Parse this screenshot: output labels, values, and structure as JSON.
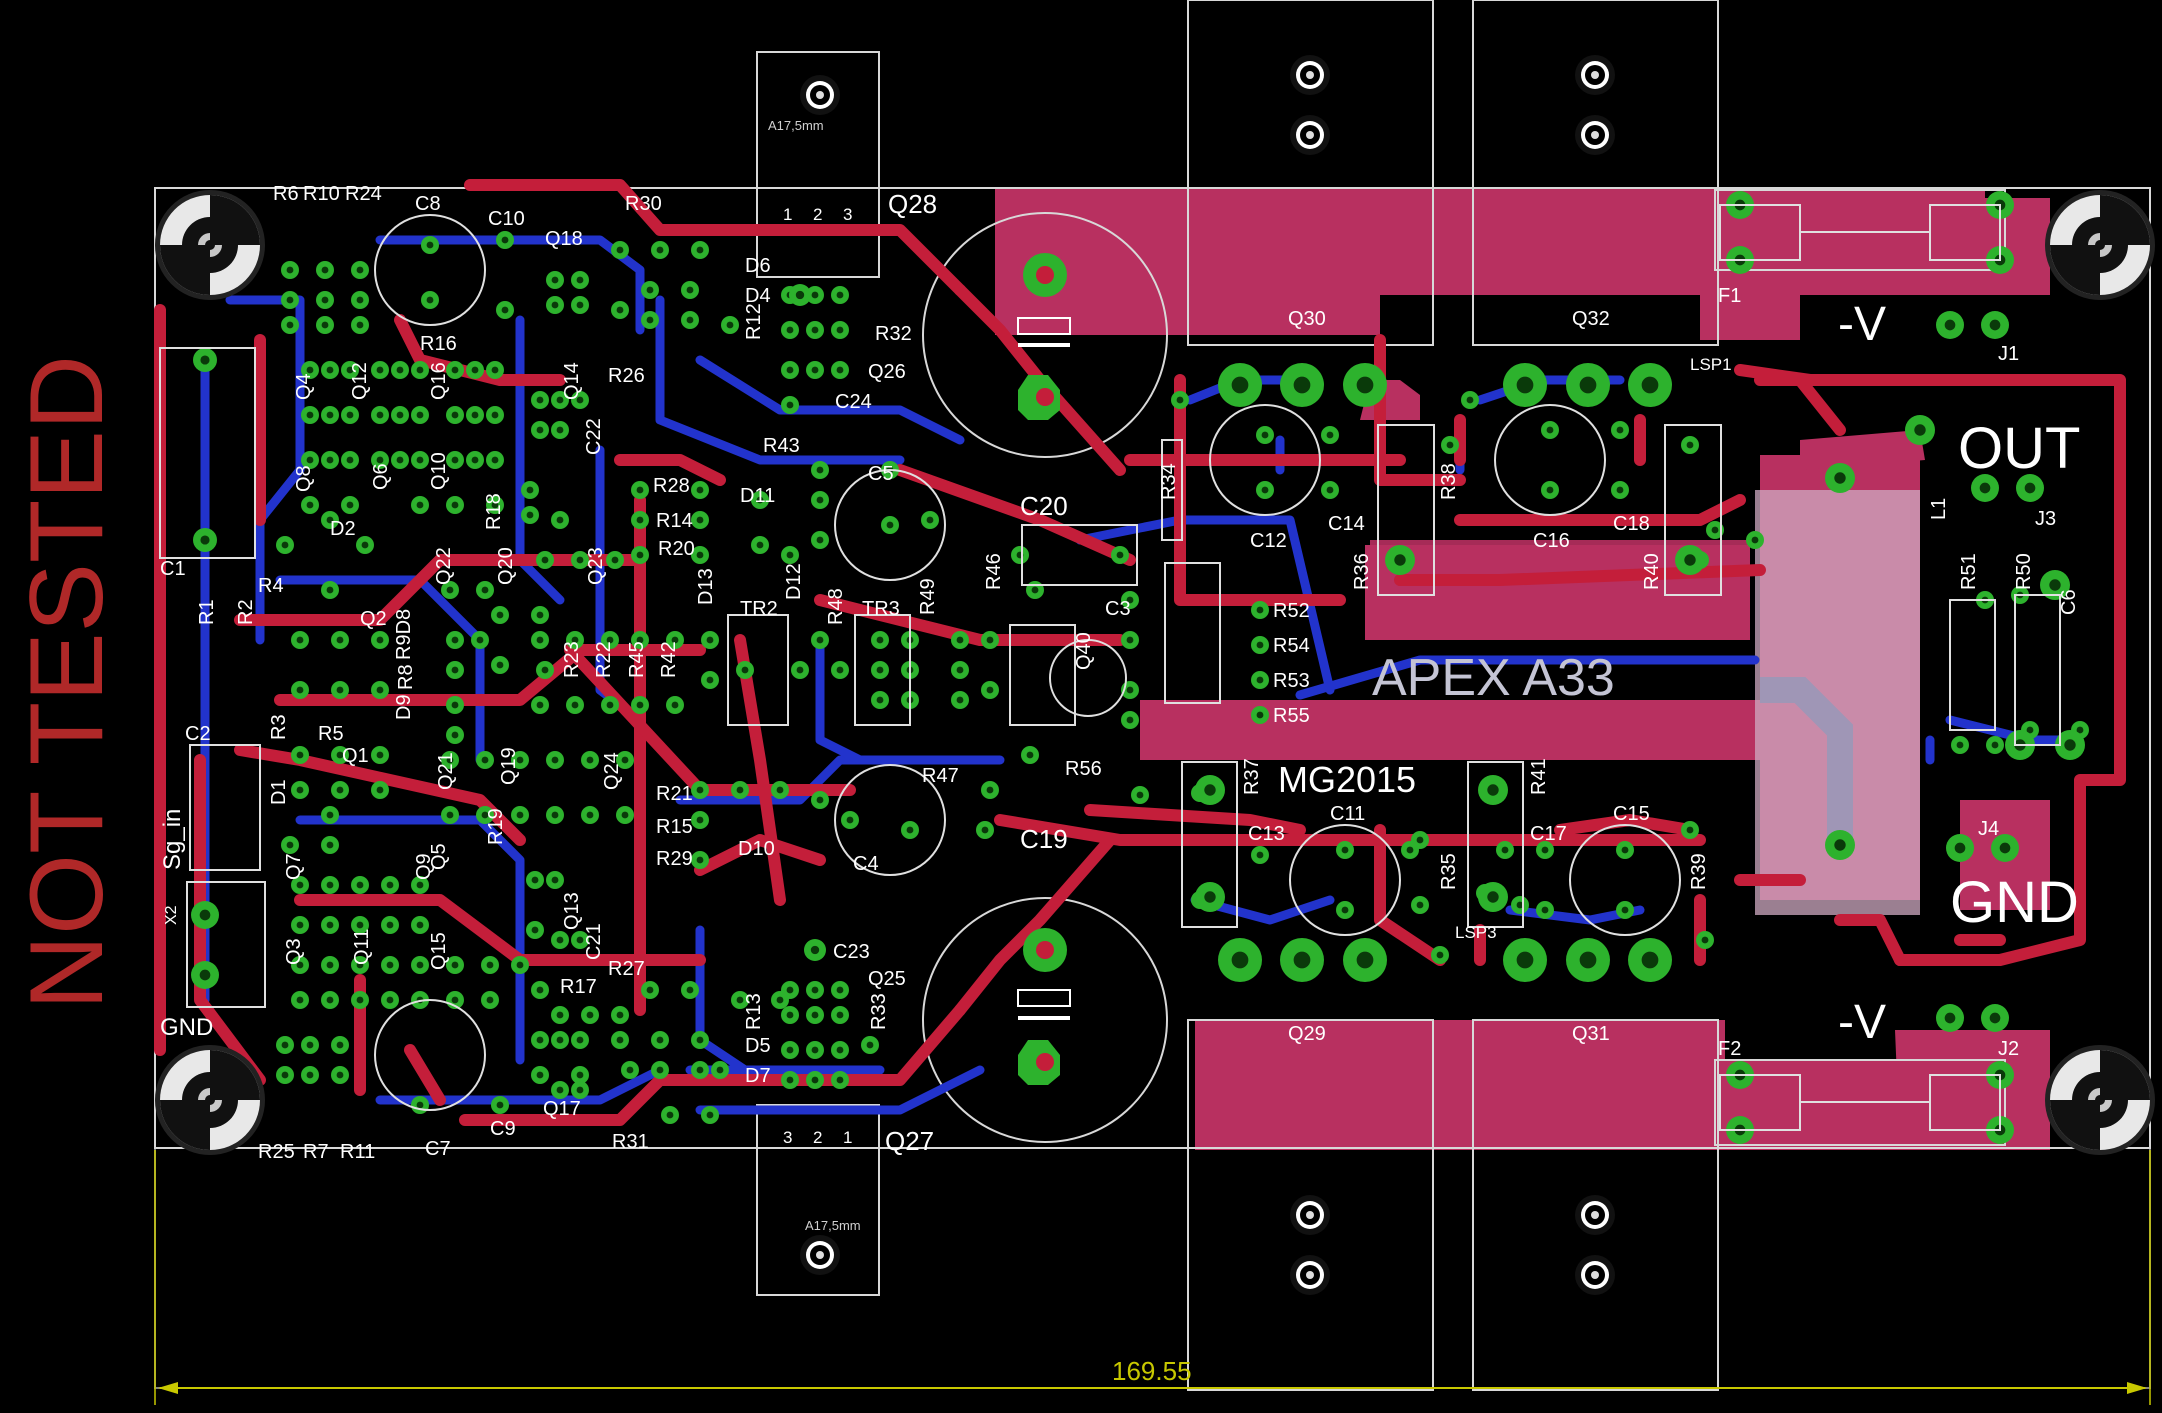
{
  "board": {
    "status_text": "NOT TESTED",
    "chip_label": "APEX A33",
    "board_label": "MG2015",
    "dimension": "169.55",
    "colors": {
      "top_copper": "#c41e3a",
      "bottom_copper": "#2233cc",
      "pad": "#2db22d",
      "outline": "#d8d8d8",
      "dimension": "#c8c800",
      "pour": "#b83060"
    }
  },
  "connectors": {
    "out": "OUT",
    "gnd": "GND",
    "neg_v1": "-V",
    "neg_v2": "-V",
    "j1": "J1",
    "j2": "J2",
    "j3": "J3",
    "j4": "J4",
    "sg_in": "Sg_in",
    "gnd_in": "GND",
    "x2": "X2",
    "lsp1": "LSP1",
    "lsp3": "LSP3",
    "f1": "F1",
    "f2": "F2"
  },
  "pkg_text": {
    "top": "A17,5mm",
    "bottom": "A17,5mm",
    "pin_top": [
      "1",
      "2",
      "3"
    ],
    "pin_bottom": [
      "3",
      "2",
      "1"
    ]
  },
  "labels": [
    {
      "id": "R6",
      "t": "R6"
    },
    {
      "id": "R10",
      "t": "R10"
    },
    {
      "id": "R24",
      "t": "R24"
    },
    {
      "id": "C8",
      "t": "C8"
    },
    {
      "id": "C10",
      "t": "C10"
    },
    {
      "id": "Q18",
      "t": "Q18"
    },
    {
      "id": "R30",
      "t": "R30"
    },
    {
      "id": "D6",
      "t": "D6"
    },
    {
      "id": "D4",
      "t": "D4"
    },
    {
      "id": "Q28",
      "t": "Q28"
    },
    {
      "id": "R16",
      "t": "R16"
    },
    {
      "id": "R26",
      "t": "R26"
    },
    {
      "id": "R12",
      "t": "R12"
    },
    {
      "id": "R32",
      "t": "R32"
    },
    {
      "id": "Q26",
      "t": "Q26"
    },
    {
      "id": "C24",
      "t": "C24"
    },
    {
      "id": "Q30",
      "t": "Q30"
    },
    {
      "id": "Q32",
      "t": "Q32"
    },
    {
      "id": "Q4",
      "t": "Q4"
    },
    {
      "id": "Q12",
      "t": "Q12"
    },
    {
      "id": "Q16",
      "t": "Q16"
    },
    {
      "id": "Q14",
      "t": "Q14"
    },
    {
      "id": "C22",
      "t": "C22"
    },
    {
      "id": "Q8",
      "t": "Q8"
    },
    {
      "id": "Q6",
      "t": "Q6"
    },
    {
      "id": "Q10",
      "t": "Q10"
    },
    {
      "id": "R43",
      "t": "R43"
    },
    {
      "id": "C5",
      "t": "C5"
    },
    {
      "id": "R28",
      "t": "R28"
    },
    {
      "id": "D11",
      "t": "D11"
    },
    {
      "id": "R14",
      "t": "R14"
    },
    {
      "id": "C20",
      "t": "C20"
    },
    {
      "id": "C12",
      "t": "C12"
    },
    {
      "id": "C14",
      "t": "C14"
    },
    {
      "id": "C16",
      "t": "C16"
    },
    {
      "id": "C18",
      "t": "C18"
    },
    {
      "id": "R34",
      "t": "R34"
    },
    {
      "id": "R38",
      "t": "R38"
    },
    {
      "id": "R36",
      "t": "R36"
    },
    {
      "id": "R40",
      "t": "R40"
    },
    {
      "id": "L1",
      "t": "L1"
    },
    {
      "id": "R51",
      "t": "R51"
    },
    {
      "id": "R50",
      "t": "R50"
    },
    {
      "id": "C6",
      "t": "C6"
    },
    {
      "id": "C1",
      "t": "C1"
    },
    {
      "id": "D2",
      "t": "D2"
    },
    {
      "id": "R18",
      "t": "R18"
    },
    {
      "id": "R20",
      "t": "R20"
    },
    {
      "id": "D13",
      "t": "D13"
    },
    {
      "id": "D12",
      "t": "D12"
    },
    {
      "id": "R48",
      "t": "R48"
    },
    {
      "id": "R49",
      "t": "R49"
    },
    {
      "id": "R46",
      "t": "R46"
    },
    {
      "id": "C3",
      "t": "C3"
    },
    {
      "id": "R52",
      "t": "R52"
    },
    {
      "id": "R54",
      "t": "R54"
    },
    {
      "id": "R53",
      "t": "R53"
    },
    {
      "id": "R55",
      "t": "R55"
    },
    {
      "id": "TR2",
      "t": "TR2"
    },
    {
      "id": "TR3",
      "t": "TR3"
    },
    {
      "id": "Q40",
      "t": "Q40"
    },
    {
      "id": "R1",
      "t": "R1"
    },
    {
      "id": "R2",
      "t": "R2"
    },
    {
      "id": "R4",
      "t": "R4"
    },
    {
      "id": "Q22",
      "t": "Q22"
    },
    {
      "id": "Q20",
      "t": "Q20"
    },
    {
      "id": "Q23",
      "t": "Q23"
    },
    {
      "id": "Q2",
      "t": "Q2"
    },
    {
      "id": "R9D8",
      "t": "R9D8"
    },
    {
      "id": "D9",
      "t": "D9"
    },
    {
      "id": "R8",
      "t": "R8"
    },
    {
      "id": "R23",
      "t": "R23"
    },
    {
      "id": "R22",
      "t": "R22"
    },
    {
      "id": "R45",
      "t": "R45"
    },
    {
      "id": "R42",
      "t": "R42"
    },
    {
      "id": "C2",
      "t": "C2"
    },
    {
      "id": "R3",
      "t": "R3"
    },
    {
      "id": "R5",
      "t": "R5"
    },
    {
      "id": "Q1",
      "t": "Q1"
    },
    {
      "id": "D1",
      "t": "D1"
    },
    {
      "id": "Q21",
      "t": "Q21"
    },
    {
      "id": "Q19",
      "t": "Q19"
    },
    {
      "id": "Q24",
      "t": "Q24"
    },
    {
      "id": "R47",
      "t": "R47"
    },
    {
      "id": "R56",
      "t": "R56"
    },
    {
      "id": "R37",
      "t": "R37"
    },
    {
      "id": "R41",
      "t": "R41"
    },
    {
      "id": "R21",
      "t": "R21"
    },
    {
      "id": "R15",
      "t": "R15"
    },
    {
      "id": "R29",
      "t": "R29"
    },
    {
      "id": "D10",
      "t": "D10"
    },
    {
      "id": "C4",
      "t": "C4"
    },
    {
      "id": "C19",
      "t": "C19"
    },
    {
      "id": "C13",
      "t": "C13"
    },
    {
      "id": "C11",
      "t": "C11"
    },
    {
      "id": "R35",
      "t": "R35"
    },
    {
      "id": "C17",
      "t": "C17"
    },
    {
      "id": "C15",
      "t": "C15"
    },
    {
      "id": "R39",
      "t": "R39"
    },
    {
      "id": "Q7",
      "t": "Q7"
    },
    {
      "id": "Q9",
      "t": "Q9"
    },
    {
      "id": "Q5",
      "t": "Q5"
    },
    {
      "id": "R19",
      "t": "R19"
    },
    {
      "id": "Q13",
      "t": "Q13"
    },
    {
      "id": "C21",
      "t": "C21"
    },
    {
      "id": "Q3",
      "t": "Q3"
    },
    {
      "id": "Q11",
      "t": "Q11"
    },
    {
      "id": "Q15",
      "t": "Q15"
    },
    {
      "id": "R17",
      "t": "R17"
    },
    {
      "id": "R27",
      "t": "R27"
    },
    {
      "id": "C23",
      "t": "C23"
    },
    {
      "id": "Q25",
      "t": "Q25"
    },
    {
      "id": "R13",
      "t": "R13"
    },
    {
      "id": "R33",
      "t": "R33"
    },
    {
      "id": "D5",
      "t": "D5"
    },
    {
      "id": "D7",
      "t": "D7"
    },
    {
      "id": "Q29",
      "t": "Q29"
    },
    {
      "id": "Q31",
      "t": "Q31"
    },
    {
      "id": "R25",
      "t": "R25"
    },
    {
      "id": "R7",
      "t": "R7"
    },
    {
      "id": "R11",
      "t": "R11"
    },
    {
      "id": "C7",
      "t": "C7"
    },
    {
      "id": "C9",
      "t": "C9"
    },
    {
      "id": "Q17",
      "t": "Q17"
    },
    {
      "id": "R31",
      "t": "R31"
    },
    {
      "id": "Q27",
      "t": "Q27"
    }
  ]
}
